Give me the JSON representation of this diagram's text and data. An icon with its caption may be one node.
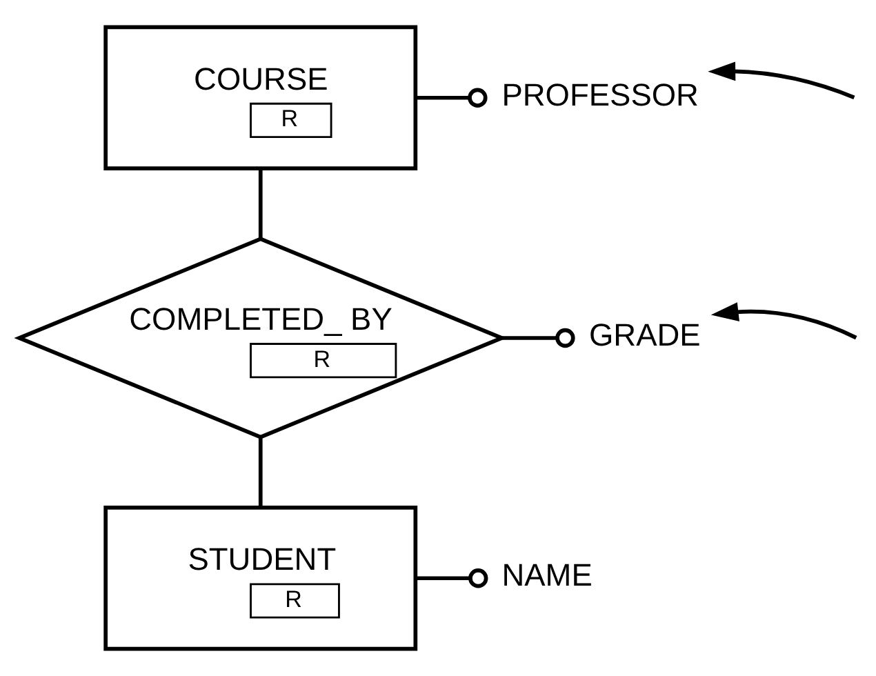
{
  "diagram": {
    "nodes": [
      {
        "text": [
          "COURSE",
          "R"
        ]
      },
      {
        "text": [
          "PROFESSOR"
        ]
      },
      {
        "text": [
          "COMPLETED_ BY",
          "R"
        ]
      },
      {
        "text": [
          "GRADE"
        ]
      },
      {
        "text": [
          "STUDENT",
          "R"
        ]
      },
      {
        "text": [
          "NAME"
        ]
      }
    ],
    "edges": [
      {
        "from": 0,
        "to": 1,
        "arrow": "other"
      },
      {
        "from": null,
        "to": 1,
        "arrow": "to"
      },
      {
        "from": 0,
        "to": 2,
        "arrow": "none"
      },
      {
        "from": 2,
        "to": 3,
        "arrow": "other"
      },
      {
        "from": null,
        "to": 3,
        "arrow": "to"
      },
      {
        "from": 2,
        "to": 4,
        "arrow": "none"
      },
      {
        "from": 4,
        "to": 5,
        "arrow": "other"
      }
    ]
  }
}
